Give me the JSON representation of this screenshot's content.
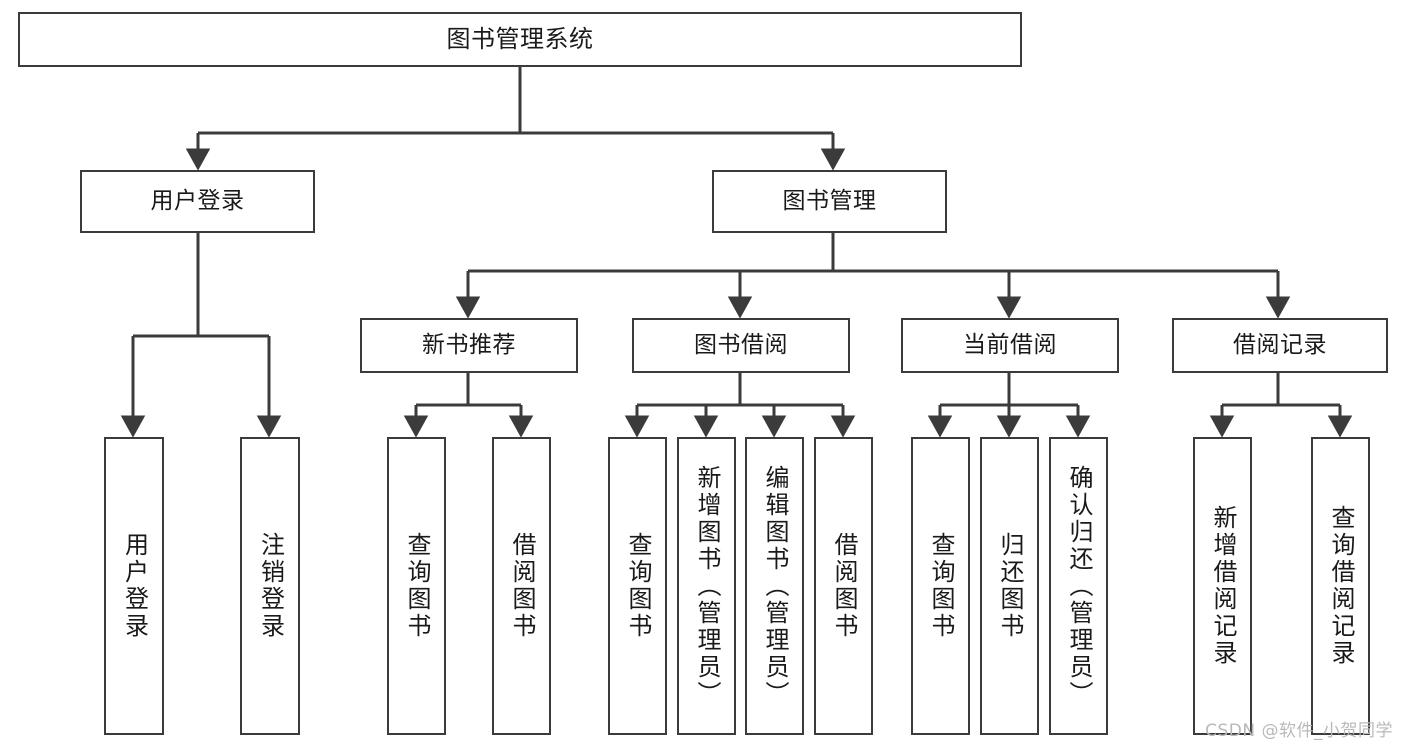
{
  "diagram": {
    "type": "tree-hierarchy-chart",
    "title": "图书管理系统",
    "orientation": "top-down",
    "colors": {
      "background": "#ffffff",
      "node_border": "#3b3b3b",
      "node_fill": "#ffffff",
      "edge": "#3b3b3b",
      "text": "#1a1a1a",
      "watermark": "#b9b9b9"
    },
    "watermark": "CSDN @软件_小贺同学",
    "nodes": {
      "root": {
        "label": "图书管理系统"
      },
      "level1": [
        {
          "label": "用户登录"
        },
        {
          "label": "图书管理"
        }
      ],
      "level2": [
        {
          "label": "新书推荐"
        },
        {
          "label": "图书借阅"
        },
        {
          "label": "当前借阅"
        },
        {
          "label": "借阅记录"
        }
      ],
      "leaves": {
        "user_login": [
          {
            "label": "用户登录"
          },
          {
            "label": "注销登录"
          }
        ],
        "new_book_recommend": [
          {
            "label": "查询图书"
          },
          {
            "label": "借阅图书"
          }
        ],
        "book_borrow": [
          {
            "label": "查询图书"
          },
          {
            "label": "新增图书（管理员）"
          },
          {
            "label": "编辑图书（管理员）"
          },
          {
            "label": "借阅图书"
          }
        ],
        "current_borrow": [
          {
            "label": "查询图书"
          },
          {
            "label": "归还图书"
          },
          {
            "label": "确认归还（管理员）"
          }
        ],
        "borrow_record": [
          {
            "label": "新增借阅记录"
          },
          {
            "label": "查询借阅记录"
          }
        ]
      }
    }
  }
}
